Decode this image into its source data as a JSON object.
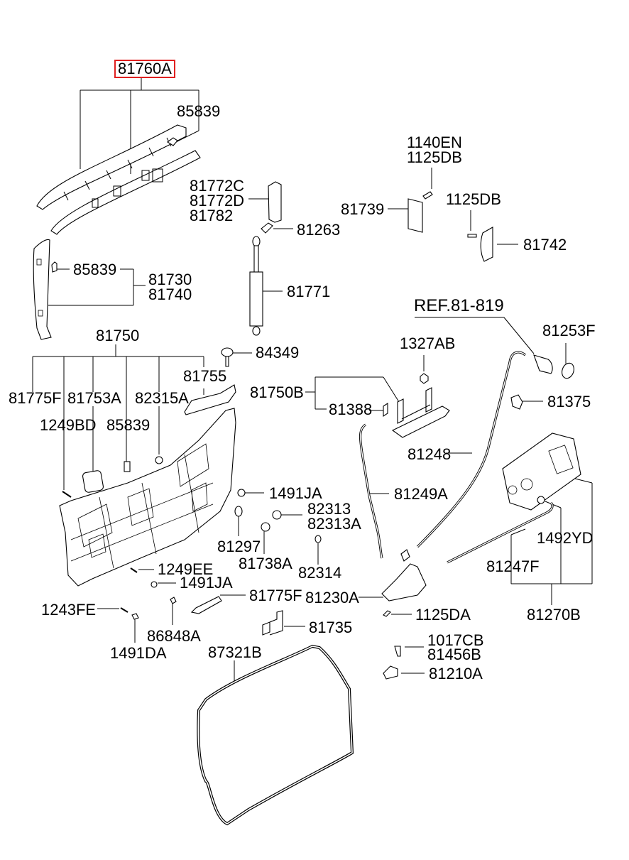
{
  "diagram": {
    "title": "Tailgate trim / latch / gas strut parts diagram",
    "highlight_color": "#e02020",
    "highlighted_part": "81760A",
    "labels": {
      "p81760A": "81760A",
      "p85839_top": "85839",
      "p81772": "81772C\n81772D\n81782",
      "p81263": "81263",
      "p1140EN": "1140EN\n1125DB",
      "p81739": "81739",
      "p1125DB": "1125DB",
      "p81742": "81742",
      "p85839_mid": "85839",
      "p81730": "81730\n81740",
      "p81771": "81771",
      "ref": "REF.81-819",
      "p81253F": "81253F",
      "p81750": "81750",
      "p84349": "84349",
      "p1327AB": "1327AB",
      "p81755": "81755",
      "p81775F_left": "81775F",
      "p81753A": "81753A",
      "p82315A": "82315A",
      "p81750B": "81750B",
      "p81375": "81375",
      "p81388": "81388",
      "p1249BD": "1249BD",
      "p85839_low": "85839",
      "p81248": "81248",
      "p1491JA_a": "1491JA",
      "p81249A": "81249A",
      "p82313": "82313\n82313A",
      "p1492YD": "1492YD",
      "p81297": "81297",
      "p81738A": "81738A",
      "p82314": "82314",
      "p1249EE": "1249EE",
      "p81247F": "81247F",
      "p1491JA_b": "1491JA",
      "p81775F_mid": "81775F",
      "p81230A": "81230A",
      "p1243FE": "1243FE",
      "p1125DA": "1125DA",
      "p81270B": "81270B",
      "p86848A": "86848A",
      "p81735": "81735",
      "p1491DA": "1491DA",
      "p1017CB": "1017CB\n81456B",
      "p87321B": "87321B",
      "p81210A": "81210A"
    }
  }
}
